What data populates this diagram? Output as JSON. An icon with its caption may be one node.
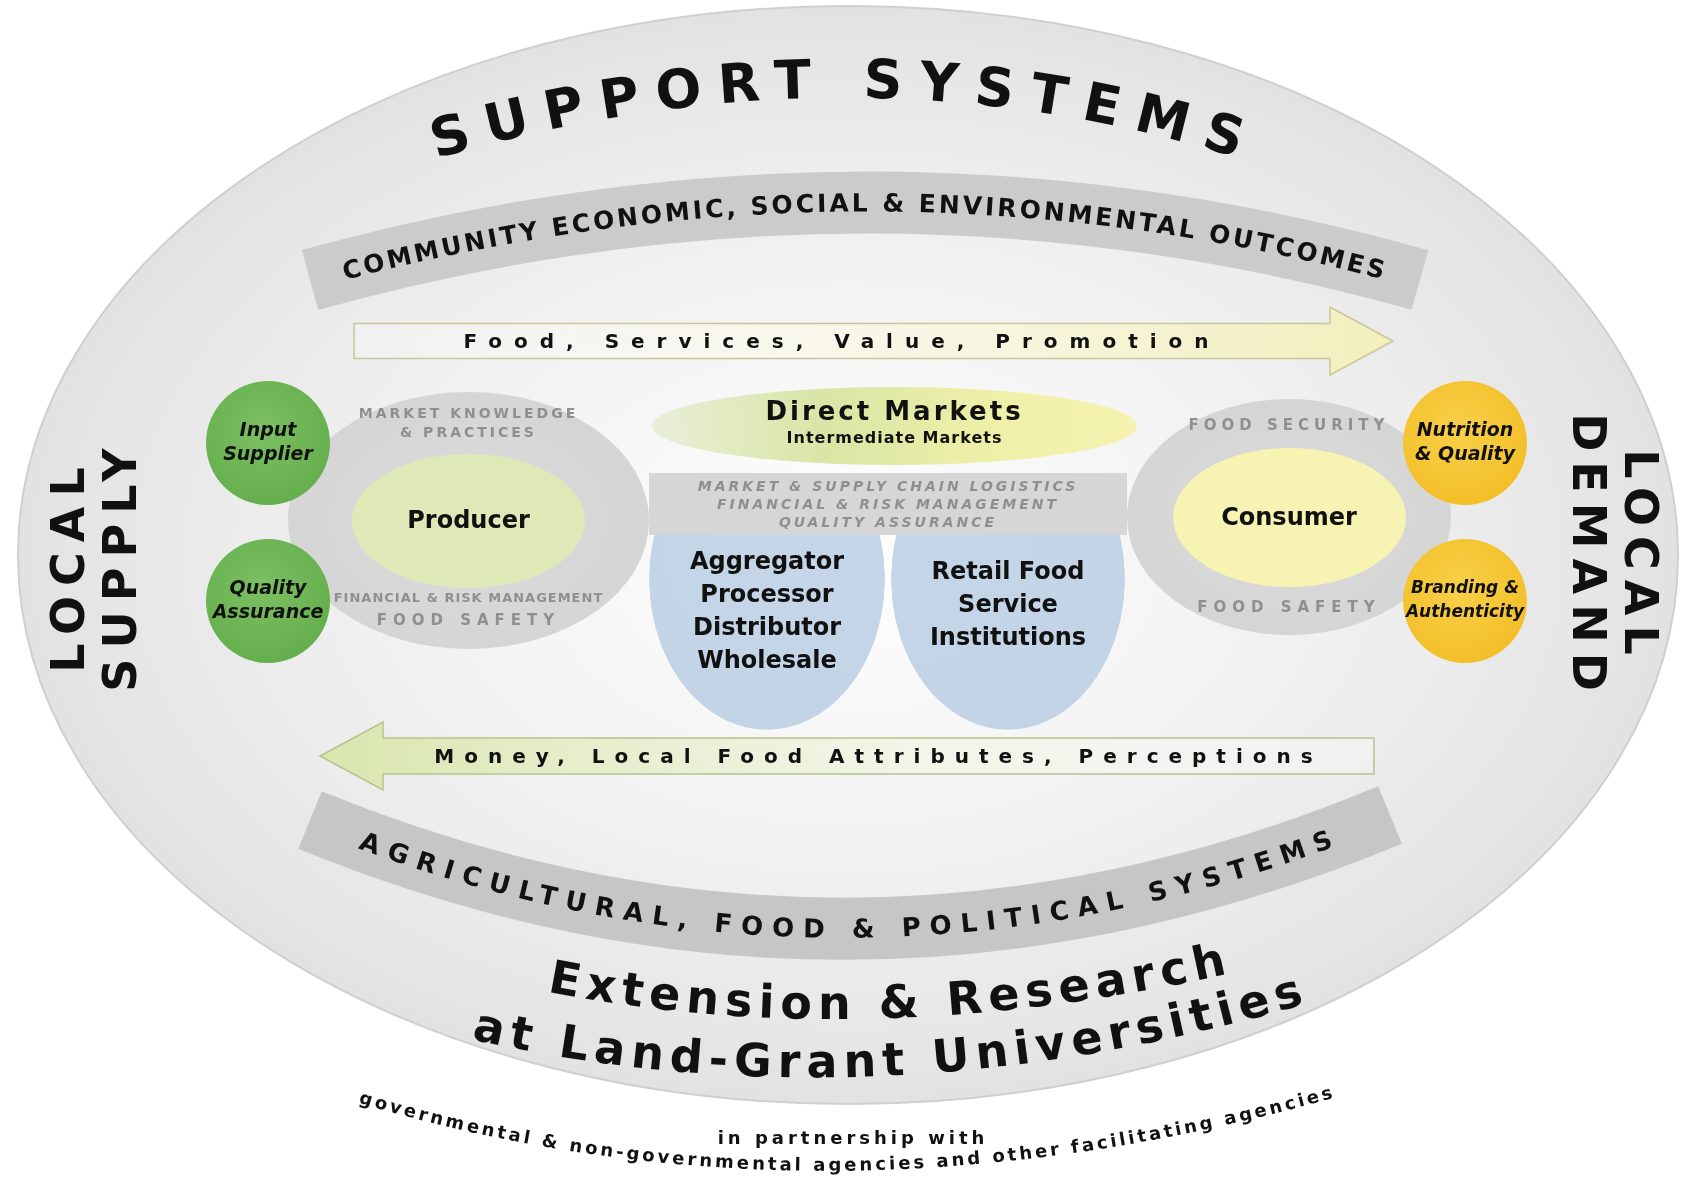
{
  "diagram": {
    "nodes": [
      {
        "text": [
          "Input Supplier"
        ]
      },
      {
        "text": [
          "Quality Assurance"
        ]
      },
      {
        "text": [
          "MARKET KNOWLEDGE & PRACTICES",
          "FINANCIAL & RISK MANAGEMENT",
          "FOOD SAFETY"
        ]
      },
      {
        "text": [
          "Producer"
        ],
        "in": 2
      },
      {
        "text": [
          "Direct Markets",
          "Intermediate Markets"
        ]
      },
      {
        "text": [
          "MARKET & SUPPLY CHAIN LOGISTICS",
          "FINANCIAL & RISK MANAGEMENT",
          "QUALITY ASSURANCE"
        ]
      },
      {
        "text": [
          "Aggregator Processor Distributor Wholesale"
        ]
      },
      {
        "text": [
          "Retail Food Service Institutions"
        ]
      },
      {
        "text": [
          "FOOD SECURITY",
          "FOOD SAFETY"
        ]
      },
      {
        "text": [
          "Consumer"
        ],
        "in": 8
      },
      {
        "text": [
          "Nutrition & Quality"
        ]
      },
      {
        "text": [
          "Branding & Authenticity"
        ]
      },
      {
        "text": [
          "COMMUNITY ECONOMIC, SOCIAL & ENVIRONMENTAL OUTCOMES"
        ]
      },
      {
        "text": [
          "AGRICULTURAL, FOOD & POLITICAL SYSTEMS"
        ]
      }
    ],
    "edges": [
      {
        "from": 2,
        "to": 8,
        "arrow": "to",
        "label": "Food, Services, Value, Promotion"
      },
      {
        "from": 8,
        "to": 2,
        "arrow": "to",
        "label": "Money, Local Food Attributes, Perceptions"
      }
    ],
    "labels": [
      "SUPPORT SYSTEMS",
      "LOCAL SUPPLY",
      "LOCAL DEMAND",
      "Extension & Research",
      "at Land-Grant Universities",
      "in partnership with",
      "governmental & non-governmental agencies and other facilitating agencies"
    ]
  }
}
